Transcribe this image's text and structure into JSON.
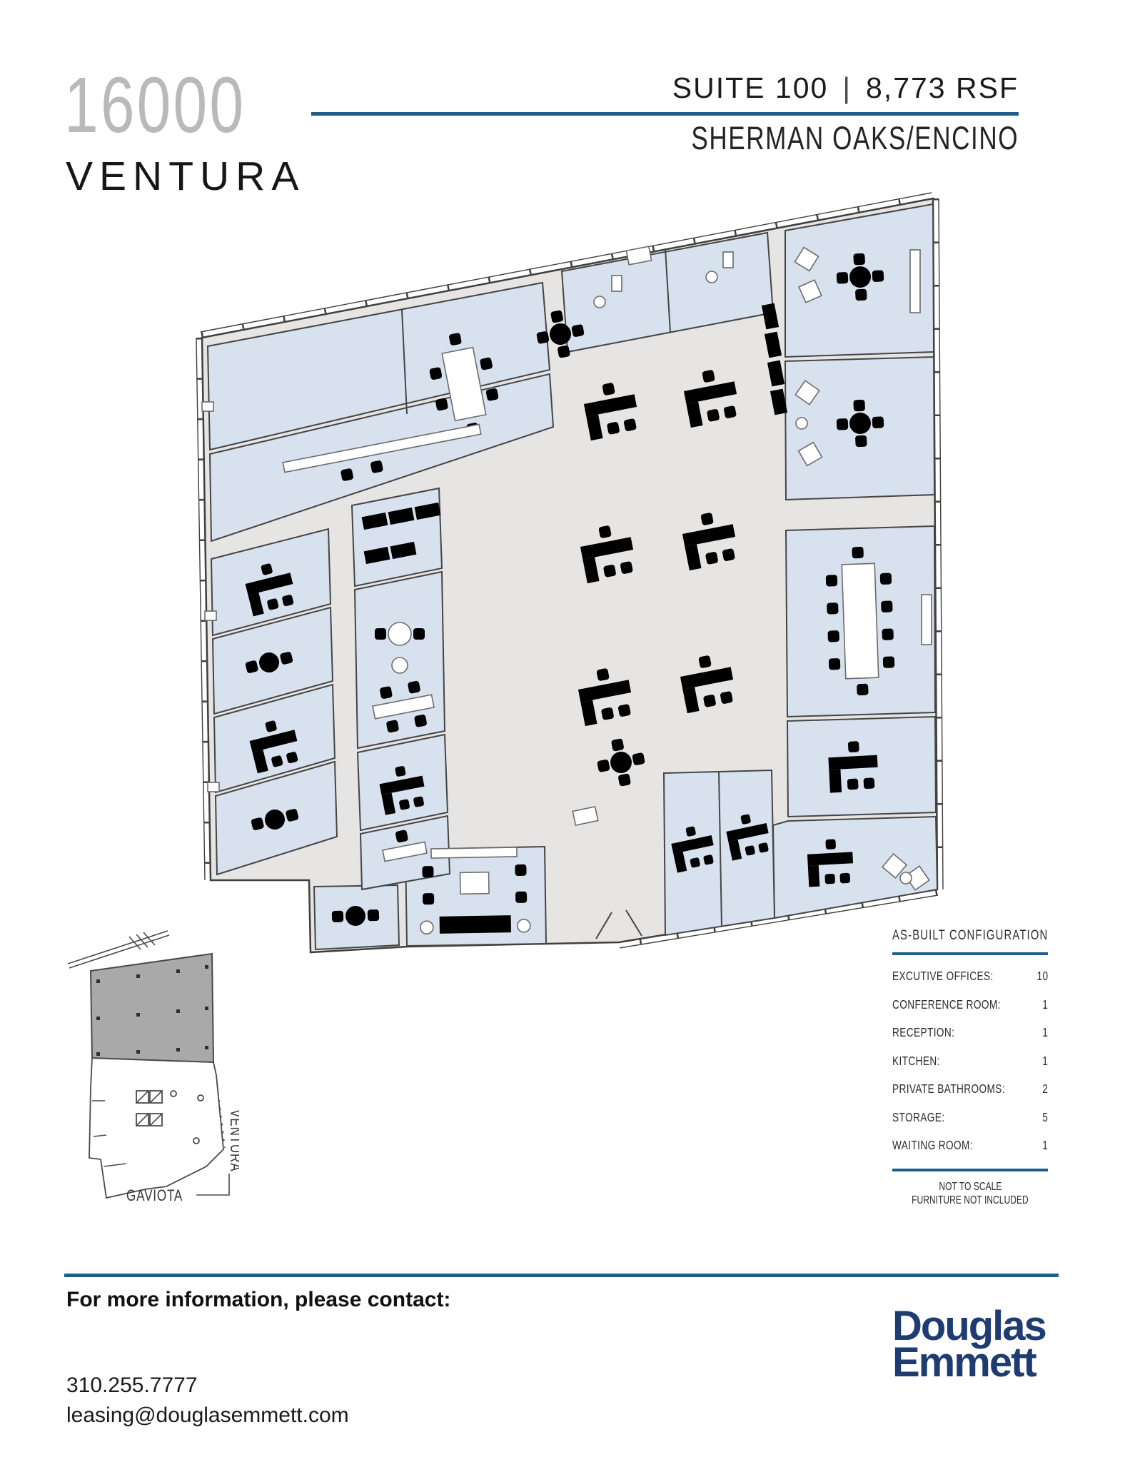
{
  "page": {
    "background": "#ffffff",
    "accent_color": "#1f5e88",
    "logo_color": "#1e3c72"
  },
  "header": {
    "building_number": "16000",
    "building_name": "VENTURA",
    "suite": "SUITE 100",
    "separator": "|",
    "area": "8,773 RSF",
    "submarket": "SHERMAN OAKS/ENCINO"
  },
  "floor_plan": {
    "room_fill": "#d8e2ef",
    "open_area_fill": "#e6e5e3",
    "wall_color": "#454545"
  },
  "key_plan": {
    "street_side": "VENTURA",
    "street_bottom": "GAVIOTA"
  },
  "config_table": {
    "title": "AS-BUILT CONFIGURATION",
    "rows": [
      {
        "label": "EXCUTIVE OFFICES:",
        "value": "10"
      },
      {
        "label": "CONFERENCE ROOM:",
        "value": "1"
      },
      {
        "label": "RECEPTION:",
        "value": "1"
      },
      {
        "label": "KITCHEN:",
        "value": "1"
      },
      {
        "label": "PRIVATE BATHROOMS:",
        "value": "2"
      },
      {
        "label": "STORAGE:",
        "value": "5"
      },
      {
        "label": "WAITING ROOM:",
        "value": "1"
      }
    ],
    "notes": [
      "NOT TO SCALE",
      "FURNITURE NOT INCLUDED"
    ]
  },
  "footer": {
    "heading": "For more information, please contact:",
    "phone": "310.255.7777",
    "email": "leasing@douglasemmett.com",
    "logo": {
      "line1": "Douglas",
      "line2": "Emmett"
    }
  }
}
